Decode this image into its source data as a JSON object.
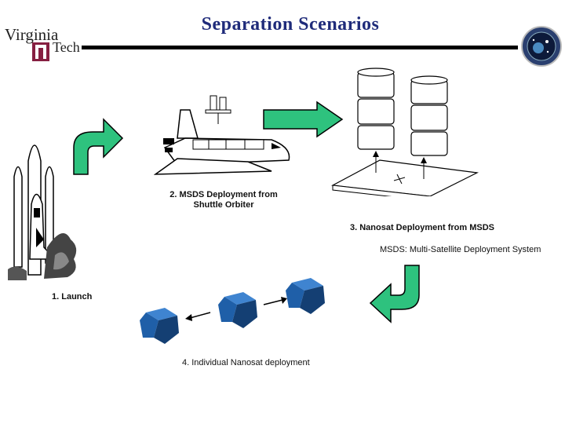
{
  "slide": {
    "title": "Separation Scenarios",
    "logo_text_1": "Virginia",
    "logo_text_2": "Tech",
    "logo_mark": "VT"
  },
  "steps": {
    "launch": "1.  Launch",
    "msds_line1": "2.  MSDS Deployment from",
    "msds_line2": "Shuttle Orbiter",
    "nanosat_msds": "3.  Nanosat Deployment from MSDS",
    "msds_def": "MSDS: Multi-Satellite Deployment System",
    "individual": "4. Individual Nanosat deployment"
  },
  "colors": {
    "title": "#1f2b7a",
    "arrow_fill": "#2ec27e",
    "arrow_stroke": "#000000",
    "cube_face": "#1f5fa8",
    "cube_top": "#3f84d0",
    "cube_side": "#143f73",
    "vt_maroon": "#861f41"
  },
  "icons": [
    "virginia-tech-logo",
    "mission-seal-icon",
    "launch-shuttle-icon",
    "shuttle-orbiter-icon",
    "msds-platform-icon",
    "nanosat-cube-icon",
    "curved-arrow-icon",
    "straight-arrow-icon"
  ]
}
